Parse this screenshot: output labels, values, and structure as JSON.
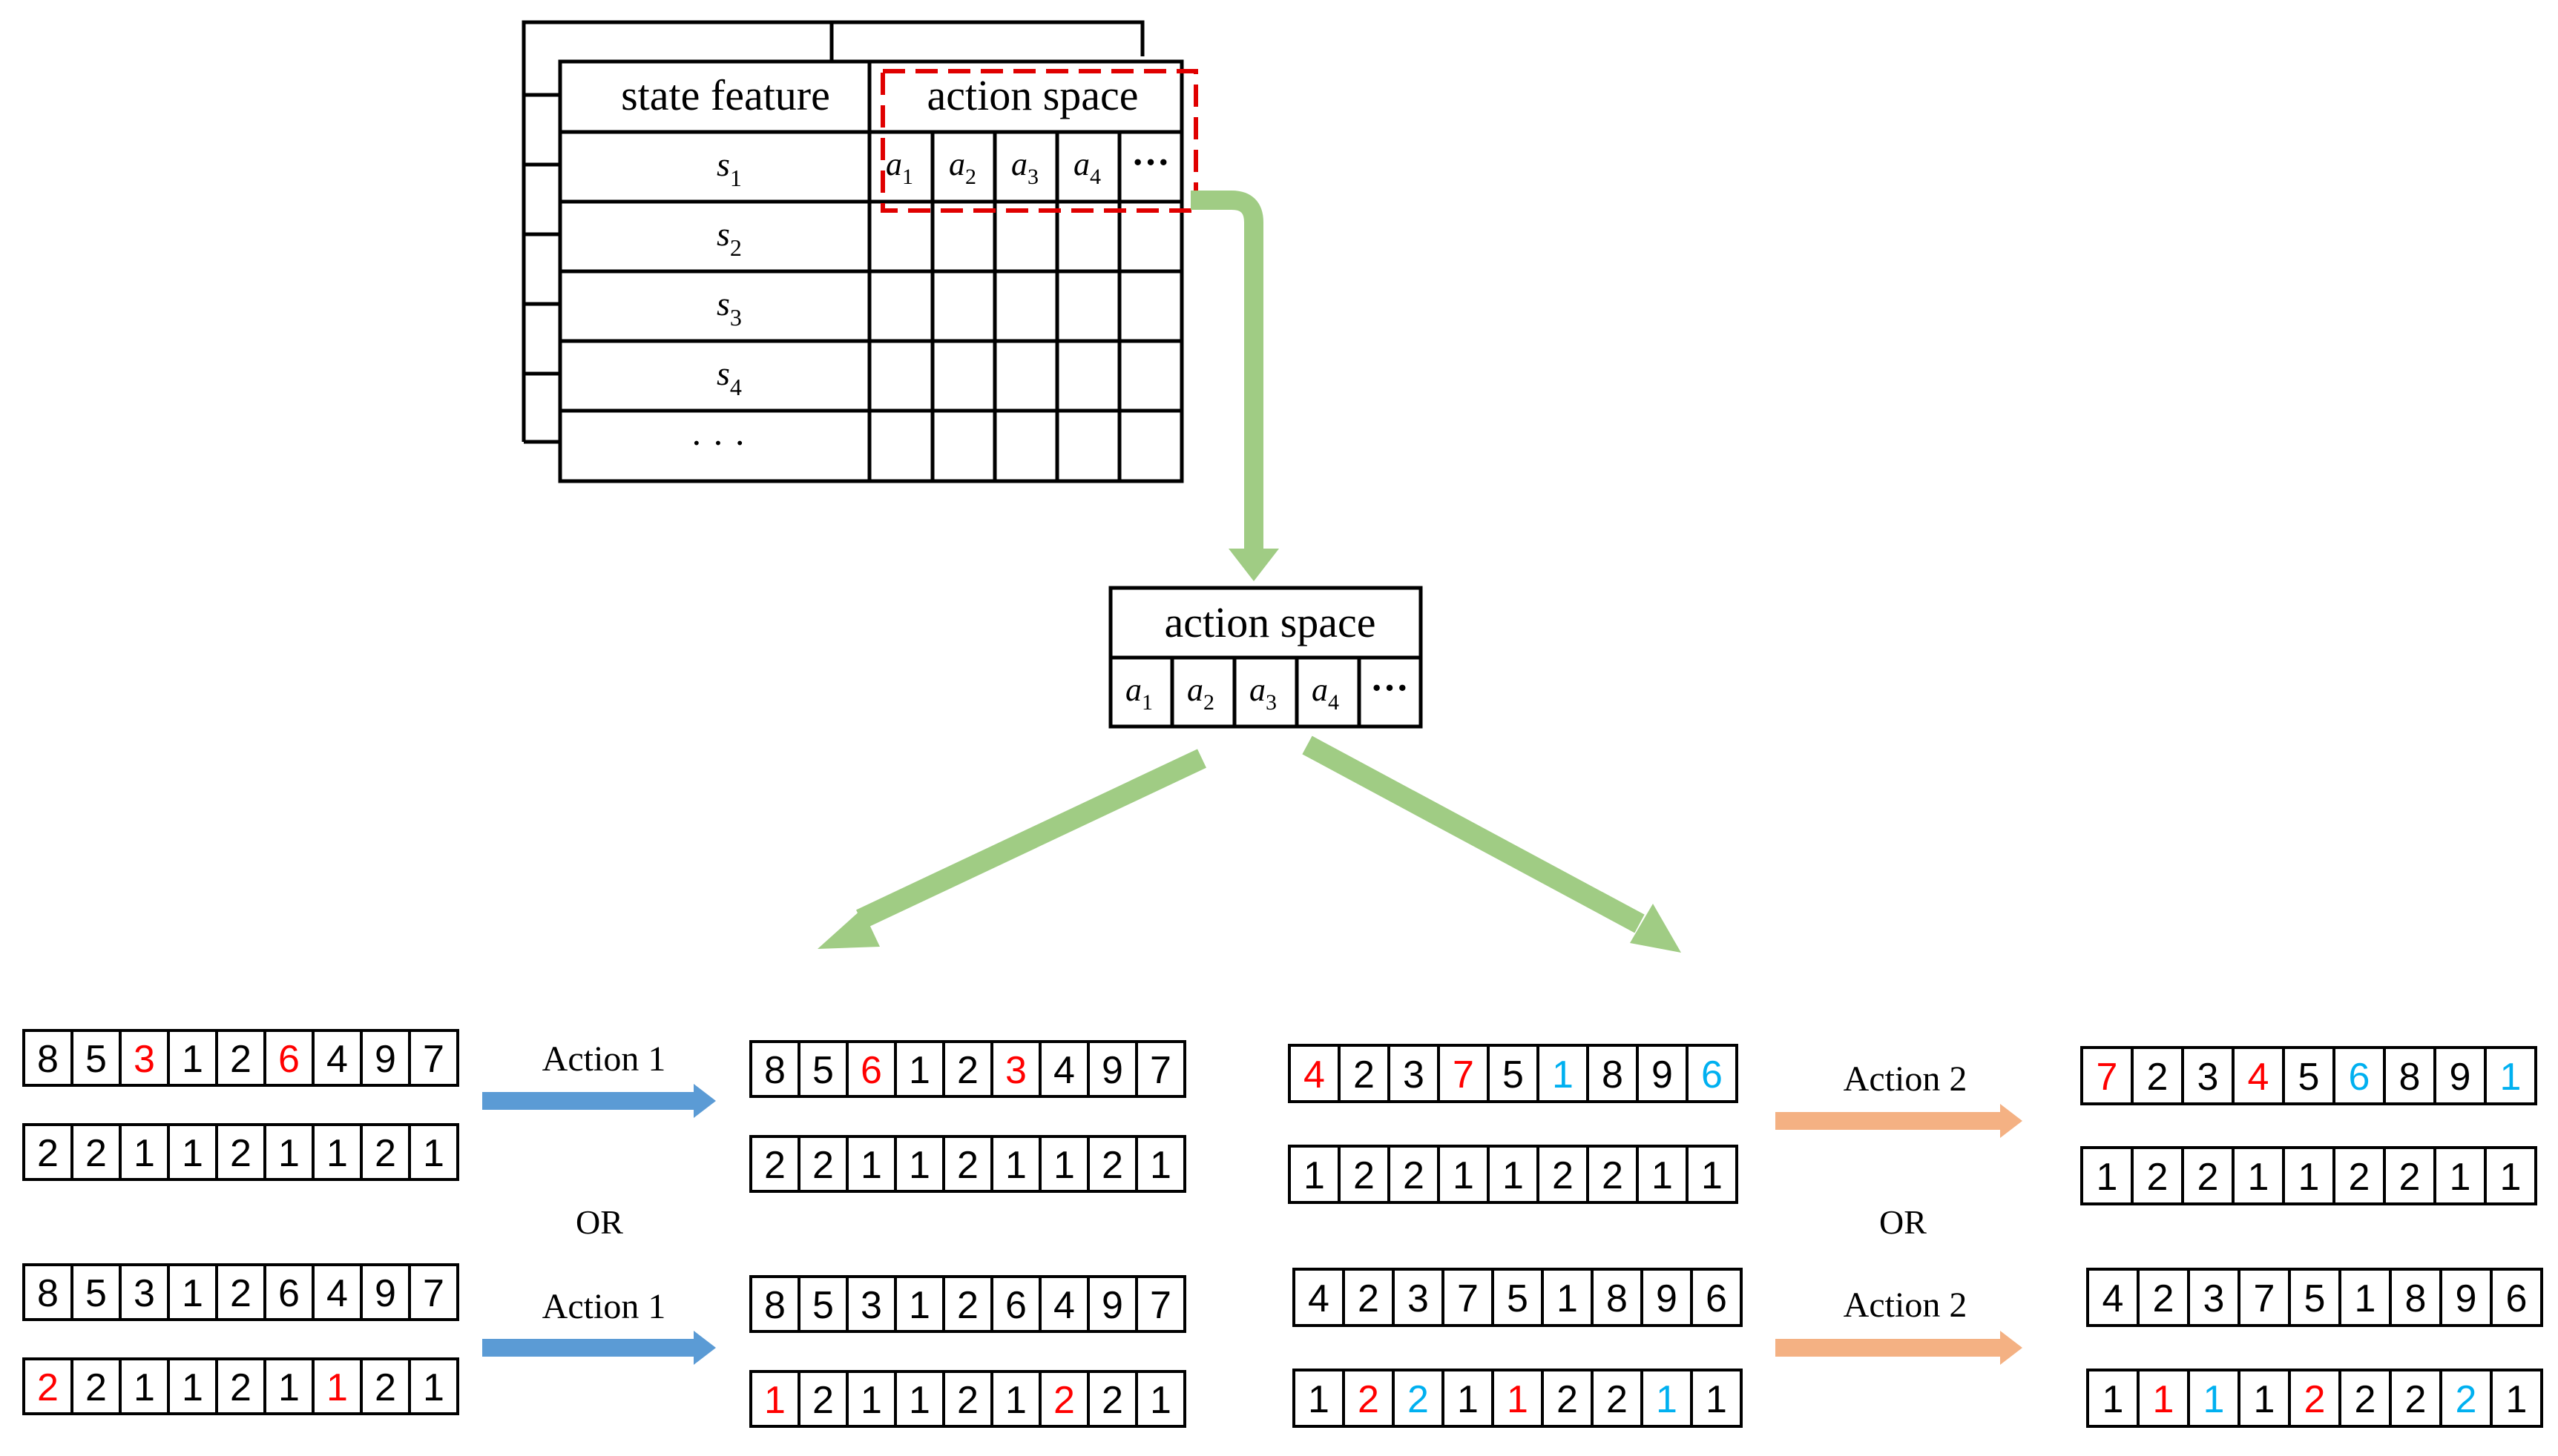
{
  "colors": {
    "green_arrow": "#a0cc84",
    "blue_arrow": "#5b9bd5",
    "orange_arrow": "#f4b183",
    "red": "#ff0000",
    "cyan": "#00b0f0",
    "dashed_box": "#e00000"
  },
  "top_table": {
    "state_header": "state feature",
    "action_header": "action space",
    "states": [
      {
        "v": "s",
        "sub": "1"
      },
      {
        "v": "s",
        "sub": "2"
      },
      {
        "v": "s",
        "sub": "3"
      },
      {
        "v": "s",
        "sub": "4"
      }
    ],
    "states_more": "· · ·",
    "actions": [
      {
        "v": "a",
        "sub": "1"
      },
      {
        "v": "a",
        "sub": "2"
      },
      {
        "v": "a",
        "sub": "3"
      },
      {
        "v": "a",
        "sub": "4"
      }
    ],
    "actions_more": "···"
  },
  "action_box": {
    "title": "action space",
    "actions": [
      {
        "v": "a",
        "sub": "1"
      },
      {
        "v": "a",
        "sub": "2"
      },
      {
        "v": "a",
        "sub": "3"
      },
      {
        "v": "a",
        "sub": "4"
      }
    ],
    "more": "···"
  },
  "labels": {
    "action1_top": "Action 1",
    "action1_bottom": "Action 1",
    "action2_top": "Action 2",
    "action2_bottom": "Action 2",
    "or_left": "OR",
    "or_right": "OR"
  },
  "sequences": {
    "a1_top_before": [
      [
        "8",
        ""
      ],
      [
        "5",
        ""
      ],
      [
        "3",
        "r"
      ],
      [
        "1",
        ""
      ],
      [
        "2",
        ""
      ],
      [
        "6",
        "r"
      ],
      [
        "4",
        ""
      ],
      [
        "9",
        ""
      ],
      [
        "7",
        ""
      ]
    ],
    "a1_top_before_m": [
      [
        "2",
        ""
      ],
      [
        "2",
        ""
      ],
      [
        "1",
        ""
      ],
      [
        "1",
        ""
      ],
      [
        "2",
        ""
      ],
      [
        "1",
        ""
      ],
      [
        "1",
        ""
      ],
      [
        "2",
        ""
      ],
      [
        "1",
        ""
      ]
    ],
    "a1_top_after": [
      [
        "8",
        ""
      ],
      [
        "5",
        ""
      ],
      [
        "6",
        "r"
      ],
      [
        "1",
        ""
      ],
      [
        "2",
        ""
      ],
      [
        "3",
        "r"
      ],
      [
        "4",
        ""
      ],
      [
        "9",
        ""
      ],
      [
        "7",
        ""
      ]
    ],
    "a1_top_after_m": [
      [
        "2",
        ""
      ],
      [
        "2",
        ""
      ],
      [
        "1",
        ""
      ],
      [
        "1",
        ""
      ],
      [
        "2",
        ""
      ],
      [
        "1",
        ""
      ],
      [
        "1",
        ""
      ],
      [
        "2",
        ""
      ],
      [
        "1",
        ""
      ]
    ],
    "a1_bot_before": [
      [
        "8",
        ""
      ],
      [
        "5",
        ""
      ],
      [
        "3",
        ""
      ],
      [
        "1",
        ""
      ],
      [
        "2",
        ""
      ],
      [
        "6",
        ""
      ],
      [
        "4",
        ""
      ],
      [
        "9",
        ""
      ],
      [
        "7",
        ""
      ]
    ],
    "a1_bot_before_m": [
      [
        "2",
        "r"
      ],
      [
        "2",
        ""
      ],
      [
        "1",
        ""
      ],
      [
        "1",
        ""
      ],
      [
        "2",
        ""
      ],
      [
        "1",
        ""
      ],
      [
        "1",
        "r"
      ],
      [
        "2",
        ""
      ],
      [
        "1",
        ""
      ]
    ],
    "a1_bot_after": [
      [
        "8",
        ""
      ],
      [
        "5",
        ""
      ],
      [
        "3",
        ""
      ],
      [
        "1",
        ""
      ],
      [
        "2",
        ""
      ],
      [
        "6",
        ""
      ],
      [
        "4",
        ""
      ],
      [
        "9",
        ""
      ],
      [
        "7",
        ""
      ]
    ],
    "a1_bot_after_m": [
      [
        "1",
        "r"
      ],
      [
        "2",
        ""
      ],
      [
        "1",
        ""
      ],
      [
        "1",
        ""
      ],
      [
        "2",
        ""
      ],
      [
        "1",
        ""
      ],
      [
        "2",
        "r"
      ],
      [
        "2",
        ""
      ],
      [
        "1",
        ""
      ]
    ],
    "a2_top_before": [
      [
        "4",
        "r"
      ],
      [
        "2",
        ""
      ],
      [
        "3",
        ""
      ],
      [
        "7",
        "r"
      ],
      [
        "5",
        ""
      ],
      [
        "1",
        "c"
      ],
      [
        "8",
        ""
      ],
      [
        "9",
        ""
      ],
      [
        "6",
        "c"
      ]
    ],
    "a2_top_before_m": [
      [
        "1",
        ""
      ],
      [
        "2",
        ""
      ],
      [
        "2",
        ""
      ],
      [
        "1",
        ""
      ],
      [
        "1",
        ""
      ],
      [
        "2",
        ""
      ],
      [
        "2",
        ""
      ],
      [
        "1",
        ""
      ],
      [
        "1",
        ""
      ]
    ],
    "a2_top_after": [
      [
        "7",
        "r"
      ],
      [
        "2",
        ""
      ],
      [
        "3",
        ""
      ],
      [
        "4",
        "r"
      ],
      [
        "5",
        ""
      ],
      [
        "6",
        "c"
      ],
      [
        "8",
        ""
      ],
      [
        "9",
        ""
      ],
      [
        "1",
        "c"
      ]
    ],
    "a2_top_after_m": [
      [
        "1",
        ""
      ],
      [
        "2",
        ""
      ],
      [
        "2",
        ""
      ],
      [
        "1",
        ""
      ],
      [
        "1",
        ""
      ],
      [
        "2",
        ""
      ],
      [
        "2",
        ""
      ],
      [
        "1",
        ""
      ],
      [
        "1",
        ""
      ]
    ],
    "a2_bot_before": [
      [
        "4",
        ""
      ],
      [
        "2",
        ""
      ],
      [
        "3",
        ""
      ],
      [
        "7",
        ""
      ],
      [
        "5",
        ""
      ],
      [
        "1",
        ""
      ],
      [
        "8",
        ""
      ],
      [
        "9",
        ""
      ],
      [
        "6",
        ""
      ]
    ],
    "a2_bot_before_m": [
      [
        "1",
        ""
      ],
      [
        "2",
        "r"
      ],
      [
        "2",
        "c"
      ],
      [
        "1",
        ""
      ],
      [
        "1",
        "r"
      ],
      [
        "2",
        ""
      ],
      [
        "2",
        ""
      ],
      [
        "1",
        "c"
      ],
      [
        "1",
        ""
      ]
    ],
    "a2_bot_after": [
      [
        "4",
        ""
      ],
      [
        "2",
        ""
      ],
      [
        "3",
        ""
      ],
      [
        "7",
        ""
      ],
      [
        "5",
        ""
      ],
      [
        "1",
        ""
      ],
      [
        "8",
        ""
      ],
      [
        "9",
        ""
      ],
      [
        "6",
        ""
      ]
    ],
    "a2_bot_after_m": [
      [
        "1",
        ""
      ],
      [
        "1",
        "r"
      ],
      [
        "1",
        "c"
      ],
      [
        "1",
        ""
      ],
      [
        "2",
        "r"
      ],
      [
        "2",
        ""
      ],
      [
        "2",
        ""
      ],
      [
        "2",
        "c"
      ],
      [
        "1",
        ""
      ]
    ]
  }
}
